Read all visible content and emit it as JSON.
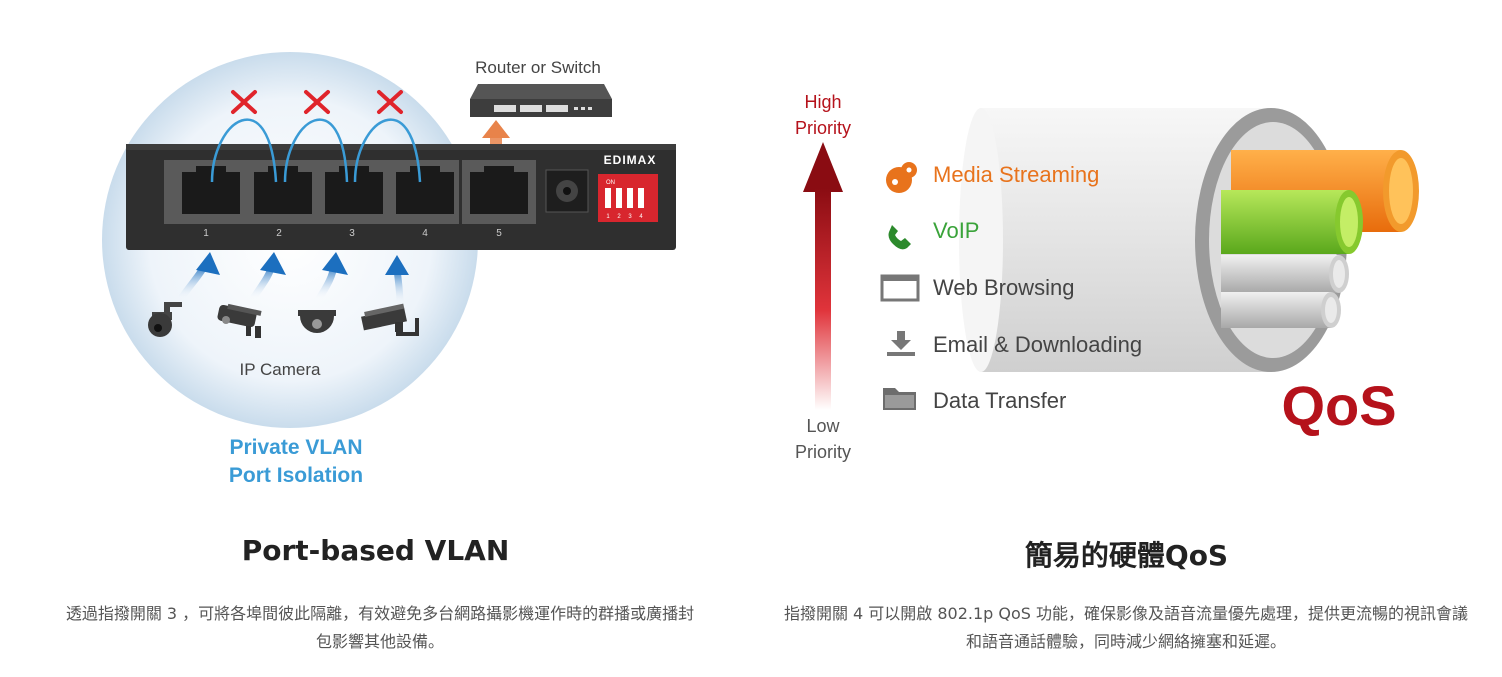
{
  "vlan": {
    "router_label": "Router or Switch",
    "brand": "EDIMAX",
    "dip_on_label": "ON",
    "dip_numbers": [
      "1",
      "2",
      "3",
      "4"
    ],
    "port_numbers": [
      "1",
      "2",
      "3",
      "4",
      "5"
    ],
    "camera_label": "IP Camera",
    "caption_line1": "Private VLAN",
    "caption_line2": "Port Isolation",
    "title": "Port-based VLAN",
    "description": "透過指撥開關 3 ，可將各埠間彼此隔離，有效避免多台網路攝影機運作時的群播或廣播封包影響其他設備。"
  },
  "qos": {
    "high_label_line1": "High",
    "high_label_line2": "Priority",
    "low_label_line1": "Low",
    "low_label_line2": "Priority",
    "items": [
      {
        "label": "Media Streaming",
        "icon": "gamepad-icon",
        "color": "#e8731c"
      },
      {
        "label": "VoIP",
        "icon": "phone-icon",
        "color": "#3aa33a"
      },
      {
        "label": "Web Browsing",
        "icon": "browser-window-icon",
        "color": "#444444"
      },
      {
        "label": "Email & Downloading",
        "icon": "download-icon",
        "color": "#444444"
      },
      {
        "label": "Data Transfer",
        "icon": "folder-icon",
        "color": "#444444"
      }
    ],
    "badge": "QoS",
    "title": "簡易的硬體QoS",
    "description": "指撥開關 4 可以開啟 802.1p QoS 功能，確保影像及語音流量優先處理，提供更流暢的視訊會議和語音通話體驗，同時減少網絡擁塞和延遲。"
  },
  "colors": {
    "accent_blue": "#3a9bd6",
    "accent_red": "#b5121b",
    "orange": "#f08a1c",
    "green": "#7cc42a"
  }
}
